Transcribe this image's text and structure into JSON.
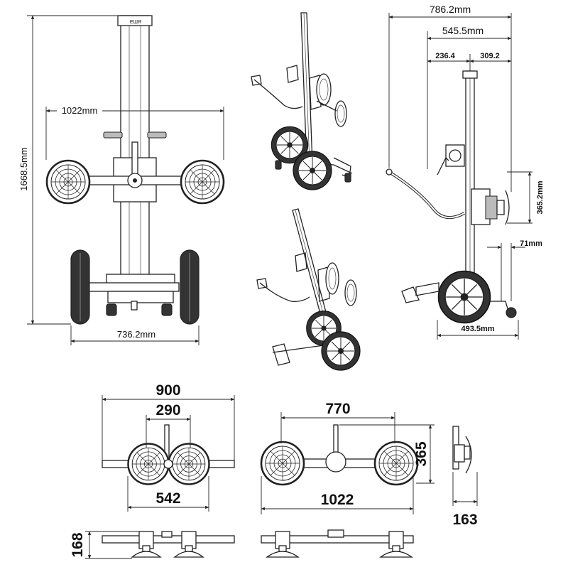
{
  "dimensions": {
    "front_width_arms": "1022mm",
    "front_height": "1668.5mm",
    "front_base_width": "736.2mm",
    "side_total_depth": "786.2mm",
    "side_depth_2": "545.5mm",
    "side_seg_a": "236.4",
    "side_seg_b": "309.2",
    "side_cup_height": "365.2mm",
    "side_foot_depth": "71mm",
    "side_wheel_base": "493.5mm",
    "bottom_left_total": "900",
    "bottom_left_inner": "290",
    "bottom_left_cups": "542",
    "bottom_mid_inner": "770",
    "bottom_mid_total": "1022",
    "bottom_mid_height": "365",
    "bottom_right_depth": "163",
    "bottom_side_height": "168"
  },
  "brand_label": "ЕШЯ"
}
